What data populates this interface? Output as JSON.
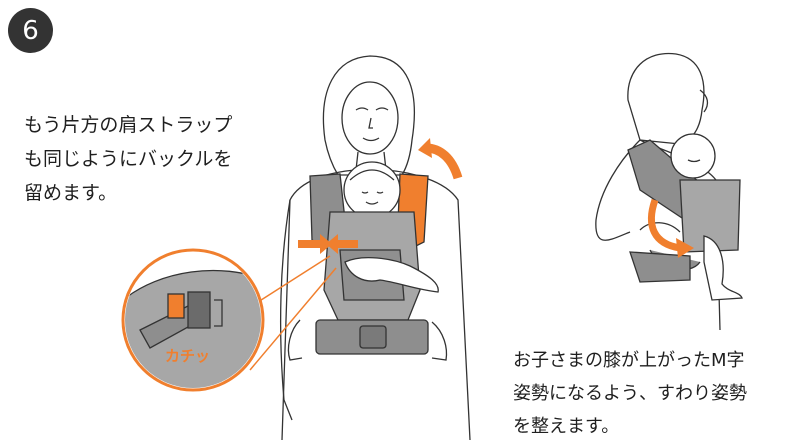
{
  "step": {
    "number": "6"
  },
  "instructions": {
    "buckle_text": "もう片方の肩ストラップ\nも同じようにバックルを\n留めます。",
    "leg_text": "お子さまの膝が上がったM字\n姿勢になるよう、すわり姿勢\nを整えます。"
  },
  "callout": {
    "label": "カチッ"
  },
  "colors": {
    "accent": "#f07f2e",
    "strap": "#8e8e8e",
    "panel": "#a7a7a7",
    "line": "#333333"
  }
}
